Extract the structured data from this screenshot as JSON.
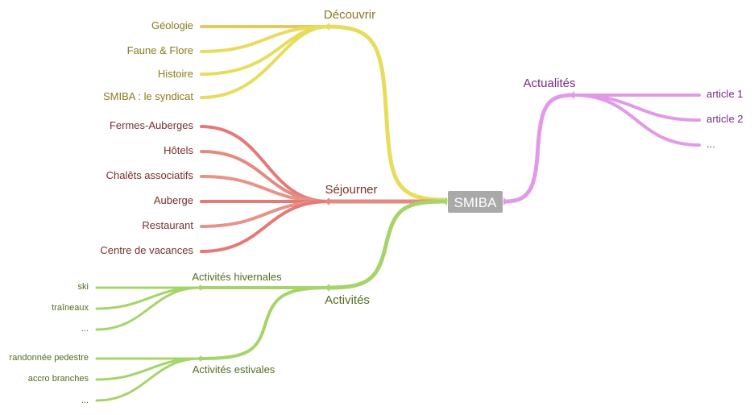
{
  "center": {
    "label": "SMIBA"
  },
  "decouvrir": {
    "label": "Découvrir",
    "items": [
      "Géologie",
      "Faune & Flore",
      "Histoire",
      "SMIBA : le syndicat"
    ]
  },
  "sejourner": {
    "label": "Séjourner",
    "items": [
      "Fermes-Auberges",
      "Hôtels",
      "Chalêts associatifs",
      "Auberge",
      "Restaurant",
      "Centre de vacances"
    ]
  },
  "activites": {
    "label": "Activités",
    "hivernales": {
      "label": "Activités hivernales",
      "items": [
        "ski",
        "traîneaux",
        "..."
      ]
    },
    "estivales": {
      "label": "Activités estivales",
      "items": [
        "randonnée pedestre",
        "accro branches",
        "..."
      ]
    }
  },
  "actualites": {
    "label": "Actualités",
    "items": [
      "article 1",
      "article 2",
      "..."
    ]
  },
  "colors": {
    "decouvrir": "#e8dc5c",
    "sejourner": "#e58a80",
    "activites": "#a6d46a",
    "actualites": "#e29ae8",
    "center": "#a9a9a9"
  }
}
